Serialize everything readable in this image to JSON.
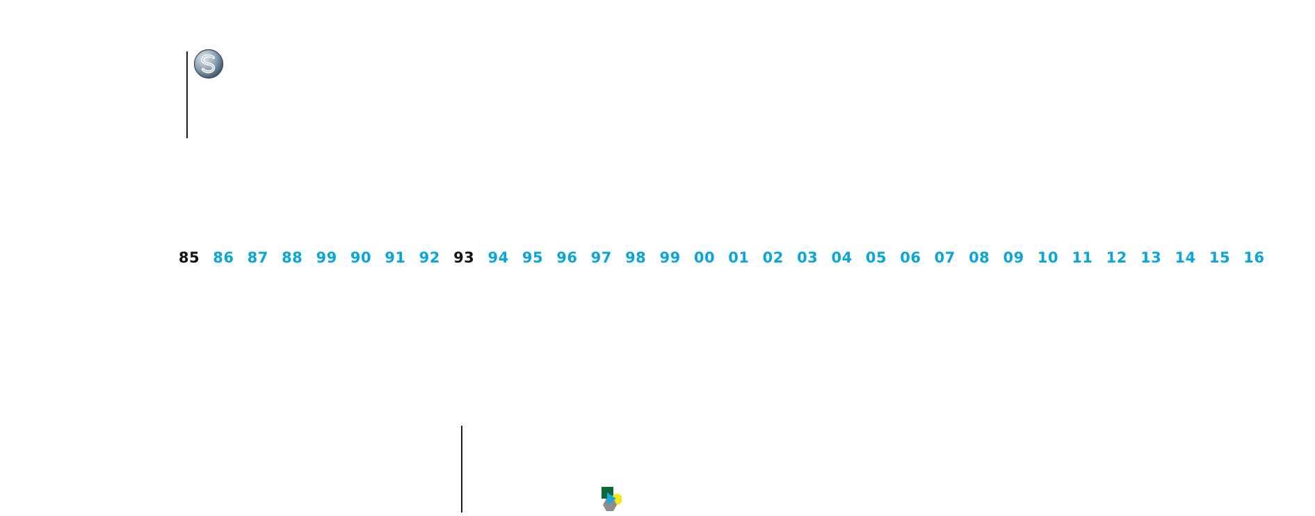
{
  "timeline": {
    "active_color": "#111111",
    "link_color": "#0aa5dc",
    "years": [
      {
        "label": "85",
        "active": true
      },
      {
        "label": "86",
        "active": false
      },
      {
        "label": "87",
        "active": false
      },
      {
        "label": "88",
        "active": false
      },
      {
        "label": "99",
        "active": false
      },
      {
        "label": "90",
        "active": false
      },
      {
        "label": "91",
        "active": false
      },
      {
        "label": "92",
        "active": false
      },
      {
        "label": "93",
        "active": true
      },
      {
        "label": "94",
        "active": false
      },
      {
        "label": "95",
        "active": false
      },
      {
        "label": "96",
        "active": false
      },
      {
        "label": "97",
        "active": false
      },
      {
        "label": "98",
        "active": false
      },
      {
        "label": "99",
        "active": false
      },
      {
        "label": "00",
        "active": false
      },
      {
        "label": "01",
        "active": false
      },
      {
        "label": "02",
        "active": false
      },
      {
        "label": "03",
        "active": false
      },
      {
        "label": "04",
        "active": false
      },
      {
        "label": "05",
        "active": false
      },
      {
        "label": "06",
        "active": false
      },
      {
        "label": "07",
        "active": false
      },
      {
        "label": "08",
        "active": false
      },
      {
        "label": "09",
        "active": false
      },
      {
        "label": "10",
        "active": false
      },
      {
        "label": "11",
        "active": false
      },
      {
        "label": "12",
        "active": false
      },
      {
        "label": "13",
        "active": false
      },
      {
        "label": "14",
        "active": false
      },
      {
        "label": "15",
        "active": false
      },
      {
        "label": "16",
        "active": false
      }
    ]
  },
  "icons": {
    "logo": "swirl-logo-icon",
    "shapes": "shapes-icon"
  }
}
